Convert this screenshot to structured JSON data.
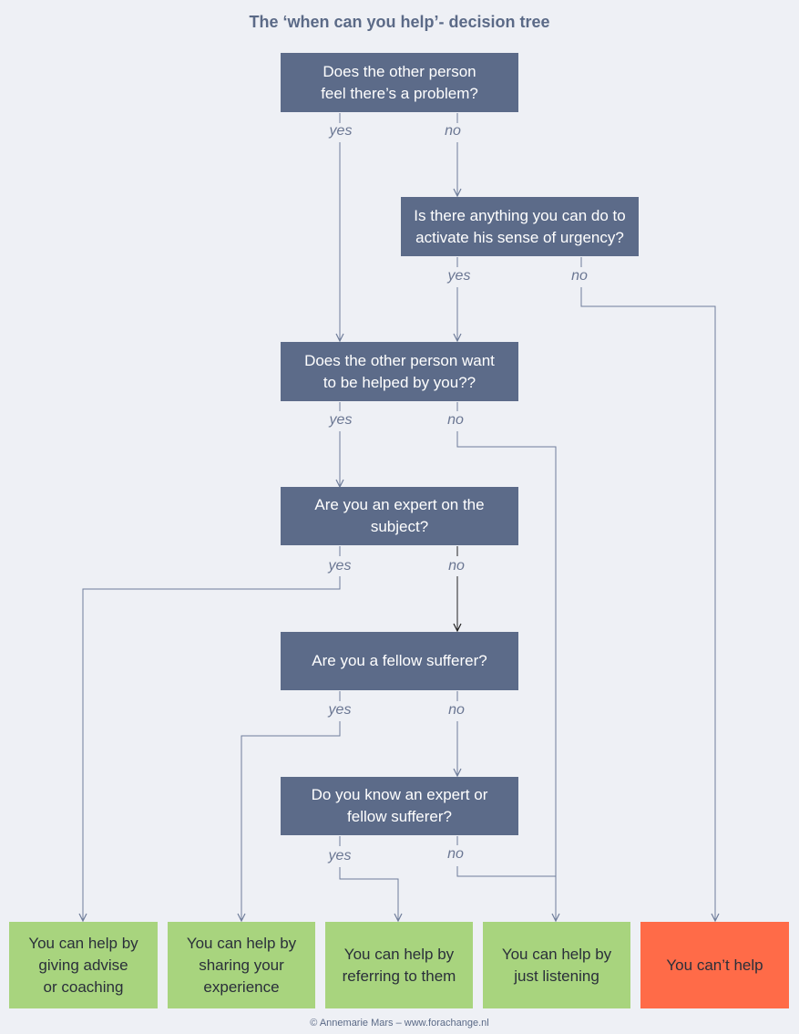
{
  "title": "The ‘when can you help’- decision tree",
  "questions": {
    "q1": "Does the other person\nfeel there’s a problem?",
    "q2": "Is there anything you can do to\nactivate his sense of urgency?",
    "q3": "Does the other person want\nto be helped by you??",
    "q4": "Are you an expert on the\nsubject?",
    "q5": "Are you a fellow sufferer?",
    "q6": "Do you know an expert or\nfellow sufferer?"
  },
  "answers": {
    "yes": "yes",
    "no": "no"
  },
  "outcomes": {
    "r1": "You can help by\ngiving advise\nor coaching",
    "r2": "You can help by\nsharing your\nexperience",
    "r3": "You can help by\nreferring to them",
    "r4": "You can help by\njust listening",
    "r5": "You can’t help"
  },
  "footer": "© Annemarie Mars – www.forachange.nl",
  "colors": {
    "question_box": "#5c6b89",
    "outcome_green": "#a8d47e",
    "outcome_red": "#ff6b48",
    "connector": "#6f7d9a",
    "background": "#eef0f5"
  }
}
